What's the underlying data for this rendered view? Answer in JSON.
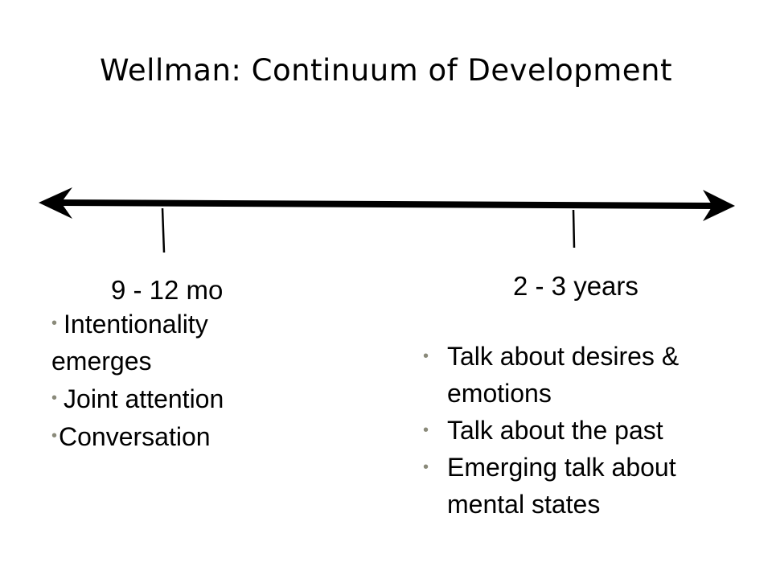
{
  "title": "Wellman: Continuum of Development",
  "timeline": {
    "points": [
      {
        "label": "9 - 12 mo",
        "items": [
          {
            "line1": "Intentionality",
            "line2": "emerges"
          },
          {
            "line1": "Joint attention"
          },
          {
            "line1": "Conversation"
          }
        ]
      },
      {
        "label": "2 - 3 years",
        "items": [
          {
            "line1": "Talk about desires &",
            "line2": "emotions"
          },
          {
            "line1": "Talk about the past"
          },
          {
            "line1": "Emerging talk about",
            "line2": "mental states"
          }
        ]
      }
    ]
  },
  "colors": {
    "line": "#000000",
    "bullet": "#8a8a7a"
  }
}
